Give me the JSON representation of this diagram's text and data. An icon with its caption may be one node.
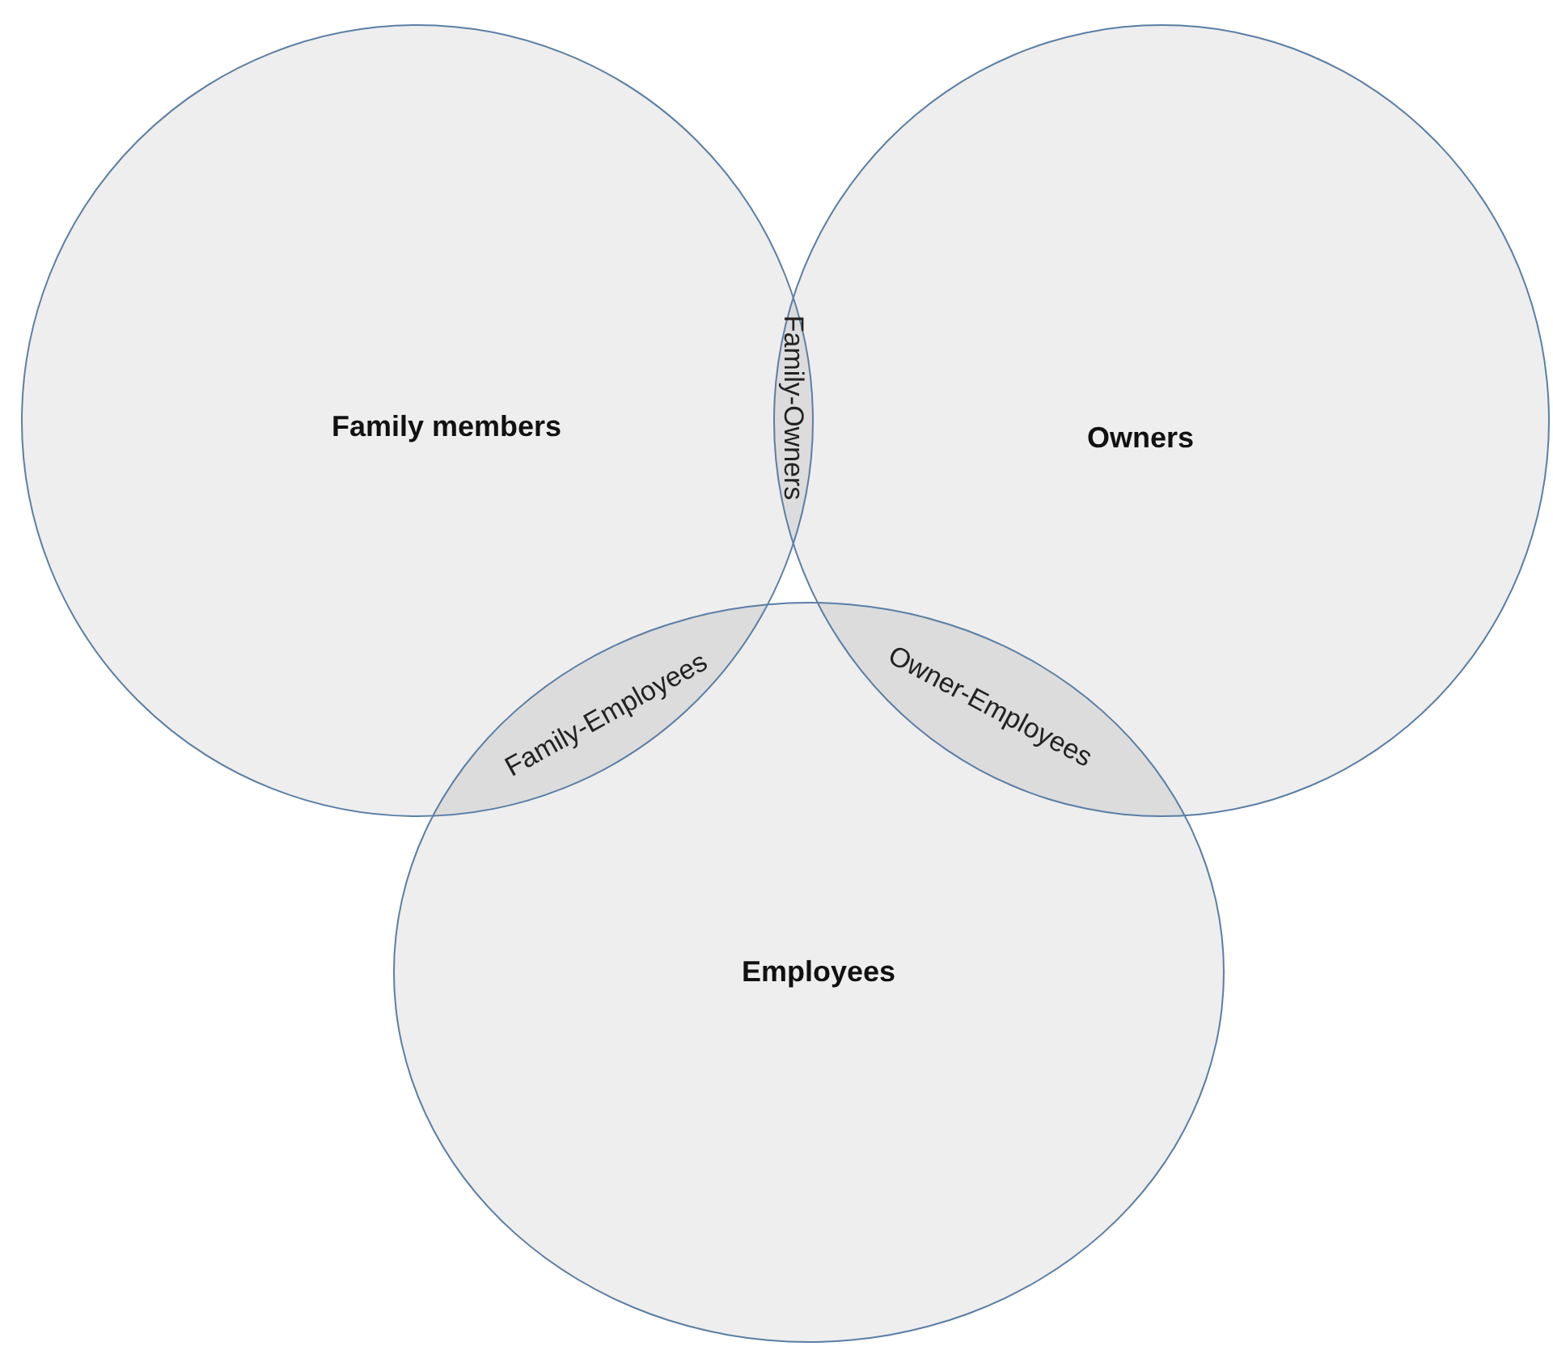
{
  "diagram": {
    "nodes": [
      {
        "text": [
          "Family members"
        ]
      },
      {
        "text": [
          "Owners"
        ]
      },
      {
        "text": [
          "Employees"
        ]
      }
    ],
    "labels": [
      "Family-Owners",
      "Family-Employees",
      "Owner-Employees"
    ]
  }
}
